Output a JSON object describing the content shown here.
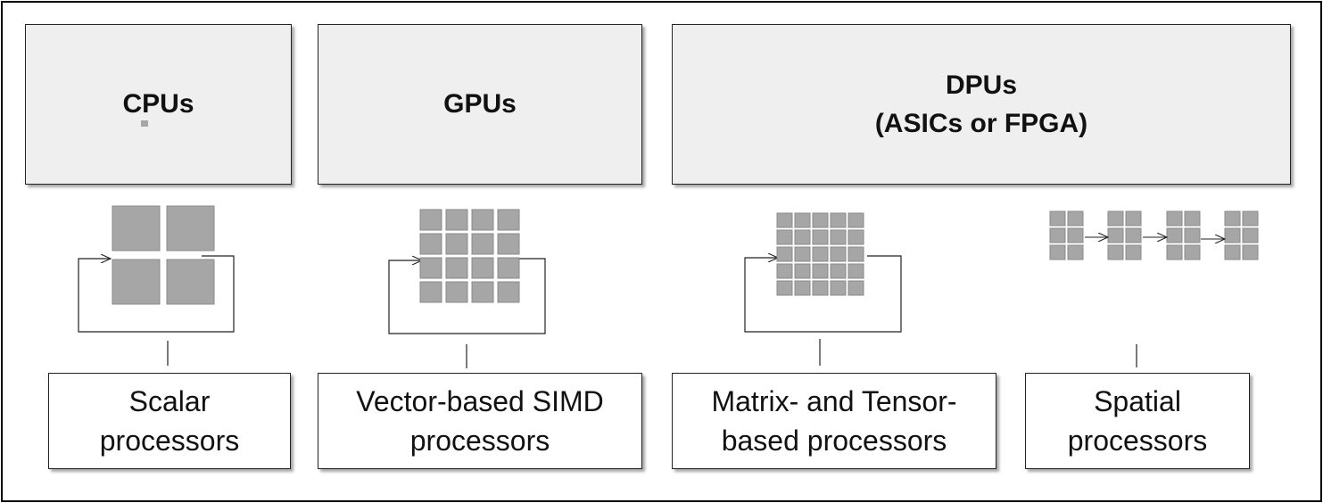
{
  "headers": {
    "cpu": "CPUs",
    "gpu": "GPUs",
    "dpu": {
      "line1": "DPUs",
      "line2": "(ASICs or FPGA)"
    }
  },
  "labels": {
    "scalar": {
      "line1": "Scalar",
      "line2": "processors"
    },
    "simd": {
      "line1": "Vector-based SIMD",
      "line2": "processors"
    },
    "tensor": {
      "line1": "Matrix- and Tensor-",
      "line2": "based processors"
    },
    "spatial": {
      "line1": "Spatial",
      "line2": "processors"
    }
  },
  "colors": {
    "cell": "#a6a6a6",
    "cell_border": "#8a8a8a",
    "header_bg": "#efefef",
    "line": "#222222"
  }
}
